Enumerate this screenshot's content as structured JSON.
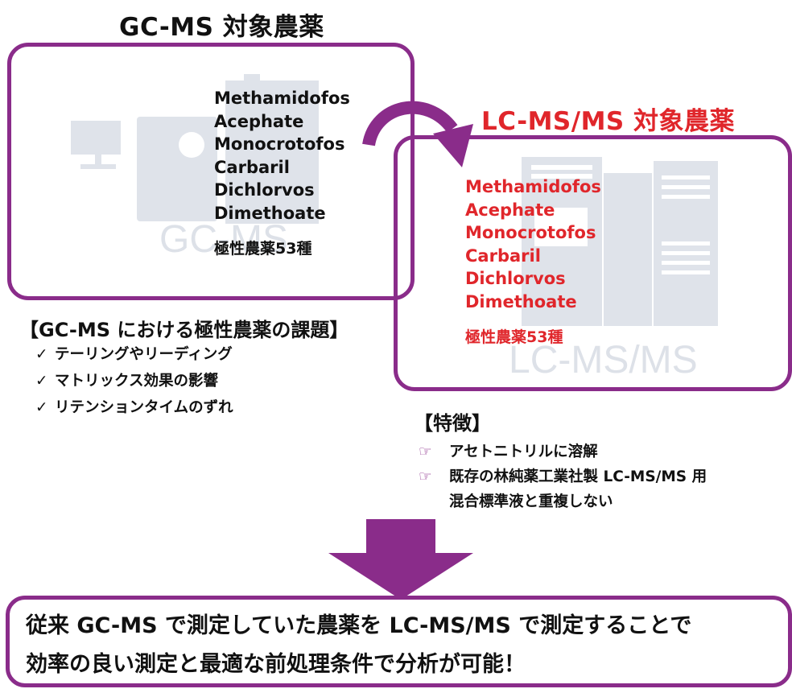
{
  "gcms": {
    "title": "GC-MS 対象農薬",
    "watermark": "GC-MS",
    "compounds": [
      "Methamidofos",
      "Acephate",
      "Monocrotofos",
      "Carbaril",
      "Dichlorvos",
      "Dimethoate"
    ],
    "note": "極性農薬53種"
  },
  "lcms": {
    "title": "LC-MS/MS 対象農薬",
    "watermark": "LC-MS/MS",
    "compounds": [
      "Methamidofos",
      "Acephate",
      "Monocrotofos",
      "Carbaril",
      "Dichlorvos",
      "Dimethoate"
    ],
    "note": "極性農薬53種"
  },
  "issues": {
    "heading": "【GC-MS における極性農薬の課題】",
    "items": [
      "テーリングやリーディング",
      "マトリックス効果の影響",
      "リテンションタイムのずれ"
    ]
  },
  "features": {
    "heading": "【特徴】",
    "items": [
      "アセトニトリルに溶解",
      "既存の林純薬工業社製 LC-MS/MS 用",
      "混合標準液と重複しない"
    ]
  },
  "conclusion": {
    "line1": "従来 GC-MS で測定していた農薬を LC-MS/MS で測定することで",
    "line2": "効率の良い測定と最適な前処理条件で分析が可能！"
  },
  "colors": {
    "purple": "#8a2c8a",
    "red": "#e0262b",
    "watermark": "#dfe3ea"
  }
}
